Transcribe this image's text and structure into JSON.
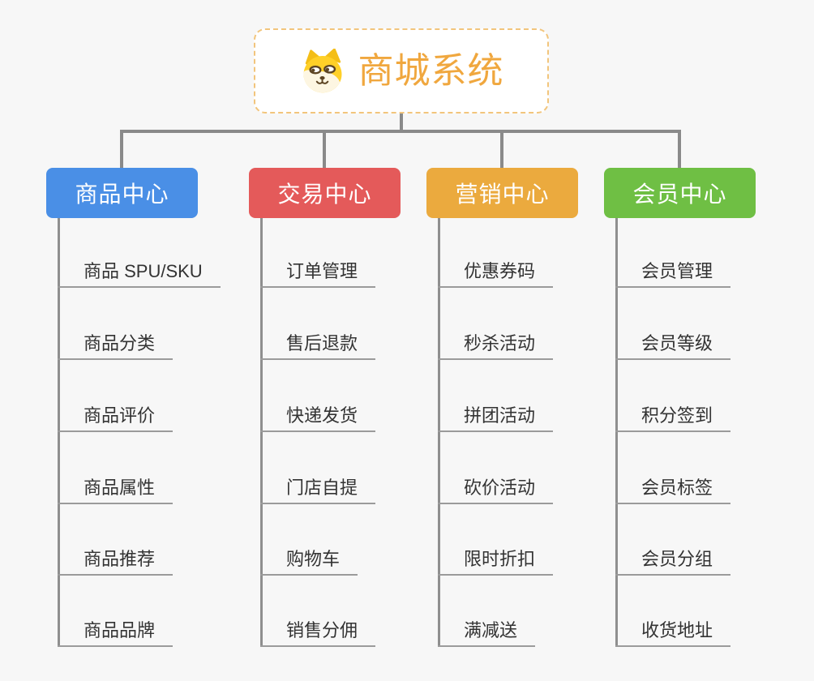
{
  "page": {
    "background_color": "#f7f7f7",
    "connector_color": "#8a8a8a",
    "leaf_underline_color": "#9b9b9b",
    "leaf_text_color": "#333333"
  },
  "root": {
    "title": "商城系统",
    "icon": "shiba-dog-icon",
    "text_color": "#f0a73e",
    "border_color": "#f2c57c",
    "background": "#ffffff"
  },
  "branches": [
    {
      "label": "商品中心",
      "color": "#4a8fe6",
      "items": [
        "商品 SPU/SKU",
        "商品分类",
        "商品评价",
        "商品属性",
        "商品推荐",
        "商品品牌"
      ]
    },
    {
      "label": "交易中心",
      "color": "#e45a5a",
      "items": [
        "订单管理",
        "售后退款",
        "快递发货",
        "门店自提",
        "购物车",
        "销售分佣"
      ]
    },
    {
      "label": "营销中心",
      "color": "#ebaa3e",
      "items": [
        "优惠券码",
        "秒杀活动",
        "拼团活动",
        "砍价活动",
        "限时折扣",
        "满减送"
      ]
    },
    {
      "label": "会员中心",
      "color": "#6fbf44",
      "items": [
        "会员管理",
        "会员等级",
        "积分签到",
        "会员标签",
        "会员分组",
        "收货地址"
      ]
    }
  ]
}
